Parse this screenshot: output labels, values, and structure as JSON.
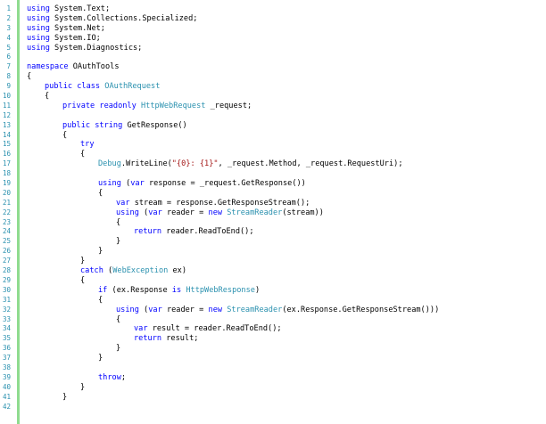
{
  "editor": {
    "colors": {
      "keyword": "#0000ff",
      "type": "#2b91af",
      "string": "#a31515",
      "text": "#000000",
      "line_number": "#2b91af",
      "change_bar": "#8fdc8f"
    },
    "lines": [
      {
        "n": "1",
        "indent": 0,
        "tokens": [
          {
            "t": "using",
            "c": "kw"
          },
          {
            "t": " System.Text;"
          }
        ]
      },
      {
        "n": "2",
        "indent": 0,
        "tokens": [
          {
            "t": "using",
            "c": "kw"
          },
          {
            "t": " System.Collections.Specialized;"
          }
        ]
      },
      {
        "n": "3",
        "indent": 0,
        "tokens": [
          {
            "t": "using",
            "c": "kw"
          },
          {
            "t": " System.Net;"
          }
        ]
      },
      {
        "n": "4",
        "indent": 0,
        "tokens": [
          {
            "t": "using",
            "c": "kw"
          },
          {
            "t": " System.IO;"
          }
        ]
      },
      {
        "n": "5",
        "indent": 0,
        "tokens": [
          {
            "t": "using",
            "c": "kw"
          },
          {
            "t": " System.Diagnostics;"
          }
        ]
      },
      {
        "n": "6",
        "indent": 0,
        "tokens": []
      },
      {
        "n": "7",
        "indent": 0,
        "tokens": [
          {
            "t": "namespace",
            "c": "kw"
          },
          {
            "t": " OAuthTools"
          }
        ]
      },
      {
        "n": "8",
        "indent": 0,
        "tokens": [
          {
            "t": "{"
          }
        ]
      },
      {
        "n": "9",
        "indent": 1,
        "tokens": [
          {
            "t": "public",
            "c": "kw"
          },
          {
            "t": " "
          },
          {
            "t": "class",
            "c": "kw"
          },
          {
            "t": " "
          },
          {
            "t": "OAuthRequest",
            "c": "ty"
          }
        ]
      },
      {
        "n": "10",
        "indent": 1,
        "tokens": [
          {
            "t": "{"
          }
        ]
      },
      {
        "n": "11",
        "indent": 2,
        "tokens": [
          {
            "t": "private",
            "c": "kw"
          },
          {
            "t": " "
          },
          {
            "t": "readonly",
            "c": "kw"
          },
          {
            "t": " "
          },
          {
            "t": "HttpWebRequest",
            "c": "ty"
          },
          {
            "t": " _request;"
          }
        ]
      },
      {
        "n": "12",
        "indent": 0,
        "tokens": []
      },
      {
        "n": "13",
        "indent": 2,
        "tokens": [
          {
            "t": "public",
            "c": "kw"
          },
          {
            "t": " "
          },
          {
            "t": "string",
            "c": "kw"
          },
          {
            "t": " GetResponse()"
          }
        ]
      },
      {
        "n": "14",
        "indent": 2,
        "tokens": [
          {
            "t": "{"
          }
        ]
      },
      {
        "n": "15",
        "indent": 3,
        "tokens": [
          {
            "t": "try",
            "c": "kw"
          }
        ]
      },
      {
        "n": "16",
        "indent": 3,
        "tokens": [
          {
            "t": "{"
          }
        ]
      },
      {
        "n": "17",
        "indent": 4,
        "tokens": [
          {
            "t": "Debug",
            "c": "ty"
          },
          {
            "t": ".WriteLine("
          },
          {
            "t": "\"{0}: {1}\"",
            "c": "st"
          },
          {
            "t": ", _request.Method, _request.RequestUri);"
          }
        ]
      },
      {
        "n": "18",
        "indent": 0,
        "tokens": []
      },
      {
        "n": "19",
        "indent": 4,
        "tokens": [
          {
            "t": "using",
            "c": "kw"
          },
          {
            "t": " ("
          },
          {
            "t": "var",
            "c": "kw"
          },
          {
            "t": " response = _request.GetResponse())"
          }
        ]
      },
      {
        "n": "20",
        "indent": 4,
        "tokens": [
          {
            "t": "{"
          }
        ]
      },
      {
        "n": "21",
        "indent": 5,
        "tokens": [
          {
            "t": "var",
            "c": "kw"
          },
          {
            "t": " stream = response.GetResponseStream();"
          }
        ]
      },
      {
        "n": "22",
        "indent": 5,
        "tokens": [
          {
            "t": "using",
            "c": "kw"
          },
          {
            "t": " ("
          },
          {
            "t": "var",
            "c": "kw"
          },
          {
            "t": " reader = "
          },
          {
            "t": "new",
            "c": "kw"
          },
          {
            "t": " "
          },
          {
            "t": "StreamReader",
            "c": "ty"
          },
          {
            "t": "(stream))"
          }
        ]
      },
      {
        "n": "23",
        "indent": 5,
        "tokens": [
          {
            "t": "{"
          }
        ]
      },
      {
        "n": "24",
        "indent": 6,
        "tokens": [
          {
            "t": "return",
            "c": "kw"
          },
          {
            "t": " reader.ReadToEnd();"
          }
        ]
      },
      {
        "n": "25",
        "indent": 5,
        "tokens": [
          {
            "t": "}"
          }
        ]
      },
      {
        "n": "26",
        "indent": 4,
        "tokens": [
          {
            "t": "}"
          }
        ]
      },
      {
        "n": "27",
        "indent": 3,
        "tokens": [
          {
            "t": "}"
          }
        ]
      },
      {
        "n": "28",
        "indent": 3,
        "tokens": [
          {
            "t": "catch",
            "c": "kw"
          },
          {
            "t": " ("
          },
          {
            "t": "WebException",
            "c": "ty"
          },
          {
            "t": " ex)"
          }
        ]
      },
      {
        "n": "29",
        "indent": 3,
        "tokens": [
          {
            "t": "{"
          }
        ]
      },
      {
        "n": "30",
        "indent": 4,
        "tokens": [
          {
            "t": "if",
            "c": "kw"
          },
          {
            "t": " (ex.Response "
          },
          {
            "t": "is",
            "c": "kw"
          },
          {
            "t": " "
          },
          {
            "t": "HttpWebResponse",
            "c": "ty"
          },
          {
            "t": ")"
          }
        ]
      },
      {
        "n": "31",
        "indent": 4,
        "tokens": [
          {
            "t": "{"
          }
        ]
      },
      {
        "n": "32",
        "indent": 5,
        "tokens": [
          {
            "t": "using",
            "c": "kw"
          },
          {
            "t": " ("
          },
          {
            "t": "var",
            "c": "kw"
          },
          {
            "t": " reader = "
          },
          {
            "t": "new",
            "c": "kw"
          },
          {
            "t": " "
          },
          {
            "t": "StreamReader",
            "c": "ty"
          },
          {
            "t": "(ex.Response.GetResponseStream()))"
          }
        ]
      },
      {
        "n": "33",
        "indent": 5,
        "tokens": [
          {
            "t": "{"
          }
        ]
      },
      {
        "n": "34",
        "indent": 6,
        "tokens": [
          {
            "t": "var",
            "c": "kw"
          },
          {
            "t": " result = reader.ReadToEnd();"
          }
        ]
      },
      {
        "n": "35",
        "indent": 6,
        "tokens": [
          {
            "t": "return",
            "c": "kw"
          },
          {
            "t": " result;"
          }
        ]
      },
      {
        "n": "36",
        "indent": 5,
        "tokens": [
          {
            "t": "}"
          }
        ]
      },
      {
        "n": "37",
        "indent": 4,
        "tokens": [
          {
            "t": "}"
          }
        ]
      },
      {
        "n": "38",
        "indent": 0,
        "tokens": []
      },
      {
        "n": "39",
        "indent": 4,
        "tokens": [
          {
            "t": "throw",
            "c": "kw"
          },
          {
            "t": ";"
          }
        ]
      },
      {
        "n": "40",
        "indent": 3,
        "tokens": [
          {
            "t": "}"
          }
        ]
      },
      {
        "n": "41",
        "indent": 2,
        "tokens": [
          {
            "t": "}"
          }
        ]
      },
      {
        "n": "42",
        "indent": 0,
        "tokens": []
      }
    ]
  }
}
